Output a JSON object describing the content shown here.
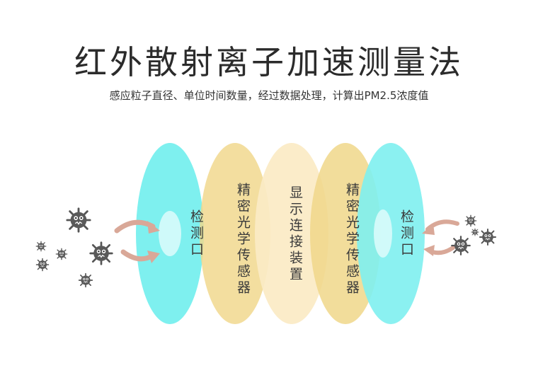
{
  "title": "红外散射离子加速测量法",
  "subtitle": "感应粒子直径、单位时间数量，经过数据处理，计算出PM2.5浓度值",
  "layers": [
    {
      "label": "检测口",
      "color": "#7ef0ef"
    },
    {
      "label": "精密光学传感器",
      "color": "#f0d78a"
    },
    {
      "label": "显示连接装置",
      "color": "#fbeac4"
    },
    {
      "label": "精密光学传感器",
      "color": "#f0d78a"
    },
    {
      "label": "检测口",
      "color": "#7ef0ef"
    }
  ],
  "colors": {
    "arrow": "#d9a898",
    "particle": "#555555"
  },
  "icons": [
    "dust-particle-icon",
    "arrow-right-icon",
    "arrow-left-icon"
  ]
}
